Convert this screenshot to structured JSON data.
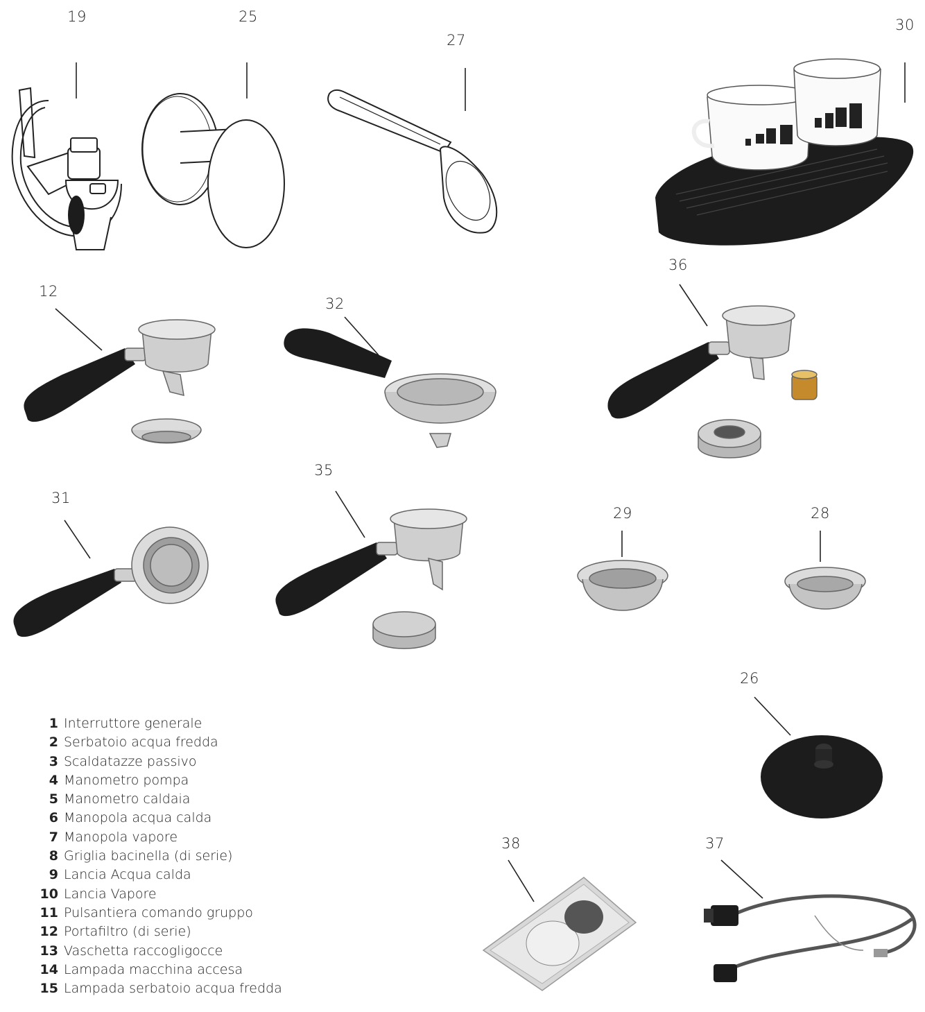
{
  "callouts": {
    "c19": "19",
    "c25": "25",
    "c27": "27",
    "c30": "30",
    "c12": "12",
    "c32": "32",
    "c36": "36",
    "c31": "31",
    "c35": "35",
    "c29": "29",
    "c28": "28",
    "c26": "26",
    "c38": "38",
    "c37": "37"
  },
  "legend": [
    {
      "num": "1",
      "text": "Interruttore generale"
    },
    {
      "num": "2",
      "text": "Serbatoio acqua fredda"
    },
    {
      "num": "3",
      "text": "Scaldatazze passivo"
    },
    {
      "num": "4",
      "text": "Manometro pompa"
    },
    {
      "num": "5",
      "text": "Manometro caldaia"
    },
    {
      "num": "6",
      "text": "Manopola acqua calda"
    },
    {
      "num": "7",
      "text": "Manopola vapore"
    },
    {
      "num": "8",
      "text": "Griglia bacinella (di serie)"
    },
    {
      "num": "9",
      "text": "Lancia Acqua calda"
    },
    {
      "num": "10",
      "text": "Lancia Vapore"
    },
    {
      "num": "11",
      "text": "Pulsantiera comando gruppo"
    },
    {
      "num": "12",
      "text": "Portafiltro (di serie)"
    },
    {
      "num": "13",
      "text": "Vaschetta raccogligocce"
    },
    {
      "num": "14",
      "text": "Lampada macchina accesa"
    },
    {
      "num": "15",
      "text": "Lampada serbatoio acqua fredda"
    }
  ],
  "colors": {
    "ink": "#222222",
    "rubber": "#1c1c1c",
    "steel": "#c9c9c9",
    "steel_dark": "#8e8e8e"
  }
}
